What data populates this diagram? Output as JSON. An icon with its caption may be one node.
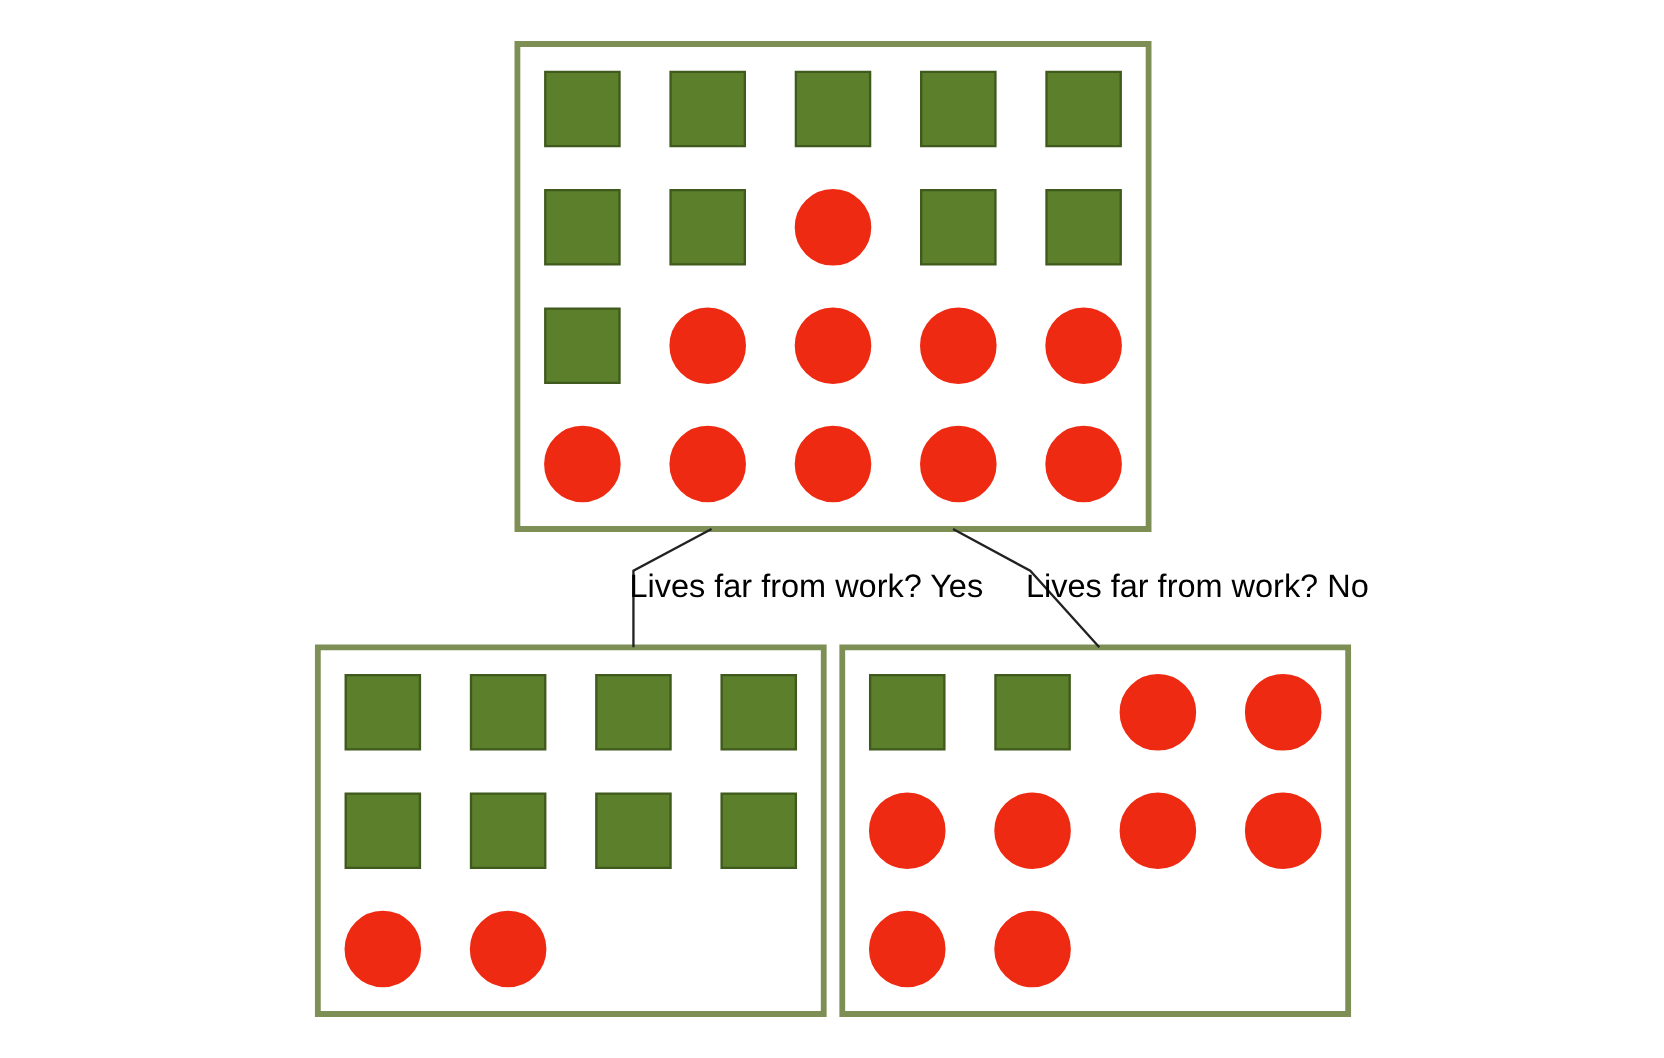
{
  "diagram": {
    "nodes": [
      {
        "text": [],
        "shape": "box"
      },
      {
        "text": [],
        "shape": "box",
        "in": 0
      },
      {
        "text": [],
        "shape": "box",
        "in": 0
      },
      {
        "text": [],
        "shape": "box",
        "in": 0
      },
      {
        "text": [],
        "shape": "box",
        "in": 0
      },
      {
        "text": [],
        "shape": "box",
        "in": 0
      },
      {
        "text": [],
        "shape": "box",
        "in": 0
      },
      {
        "text": [],
        "shape": "box",
        "in": 0
      },
      {
        "text": [],
        "shape": "circle",
        "in": 0
      },
      {
        "text": [],
        "shape": "box",
        "in": 0
      },
      {
        "text": [],
        "shape": "box",
        "in": 0
      },
      {
        "text": [],
        "shape": "box",
        "in": 0
      },
      {
        "text": [],
        "shape": "circle",
        "in": 0
      },
      {
        "text": [],
        "shape": "circle",
        "in": 0
      },
      {
        "text": [],
        "shape": "circle",
        "in": 0
      },
      {
        "text": [],
        "shape": "circle",
        "in": 0
      },
      {
        "text": [],
        "shape": "circle",
        "in": 0
      },
      {
        "text": [],
        "shape": "circle",
        "in": 0
      },
      {
        "text": [],
        "shape": "circle",
        "in": 0
      },
      {
        "text": [],
        "shape": "circle",
        "in": 0
      },
      {
        "text": [],
        "shape": "circle",
        "in": 0
      },
      {
        "text": [],
        "shape": "box"
      },
      {
        "text": [],
        "shape": "box",
        "in": 21
      },
      {
        "text": [],
        "shape": "box",
        "in": 21
      },
      {
        "text": [],
        "shape": "box",
        "in": 21
      },
      {
        "text": [],
        "shape": "box",
        "in": 21
      },
      {
        "text": [],
        "shape": "box",
        "in": 21
      },
      {
        "text": [],
        "shape": "box",
        "in": 21
      },
      {
        "text": [],
        "shape": "box",
        "in": 21
      },
      {
        "text": [],
        "shape": "box",
        "in": 21
      },
      {
        "text": [],
        "shape": "circle",
        "in": 21
      },
      {
        "text": [],
        "shape": "circle",
        "in": 21
      },
      {
        "text": [],
        "shape": "box"
      },
      {
        "text": [],
        "shape": "box",
        "in": 32
      },
      {
        "text": [],
        "shape": "box",
        "in": 32
      },
      {
        "text": [],
        "shape": "circle",
        "in": 32
      },
      {
        "text": [],
        "shape": "circle",
        "in": 32
      },
      {
        "text": [],
        "shape": "circle",
        "in": 32
      },
      {
        "text": [],
        "shape": "circle",
        "in": 32
      },
      {
        "text": [],
        "shape": "circle",
        "in": 32
      },
      {
        "text": [],
        "shape": "circle",
        "in": 32
      },
      {
        "text": [],
        "shape": "circle",
        "in": 32
      },
      {
        "text": [],
        "shape": "circle",
        "in": 32
      }
    ],
    "edges": [
      {
        "from": 0,
        "to": 21,
        "arrow": "none",
        "label": "Lives far from work? Yes"
      },
      {
        "from": 0,
        "to": 32,
        "arrow": "none",
        "label": "Lives far from work? No"
      }
    ]
  }
}
